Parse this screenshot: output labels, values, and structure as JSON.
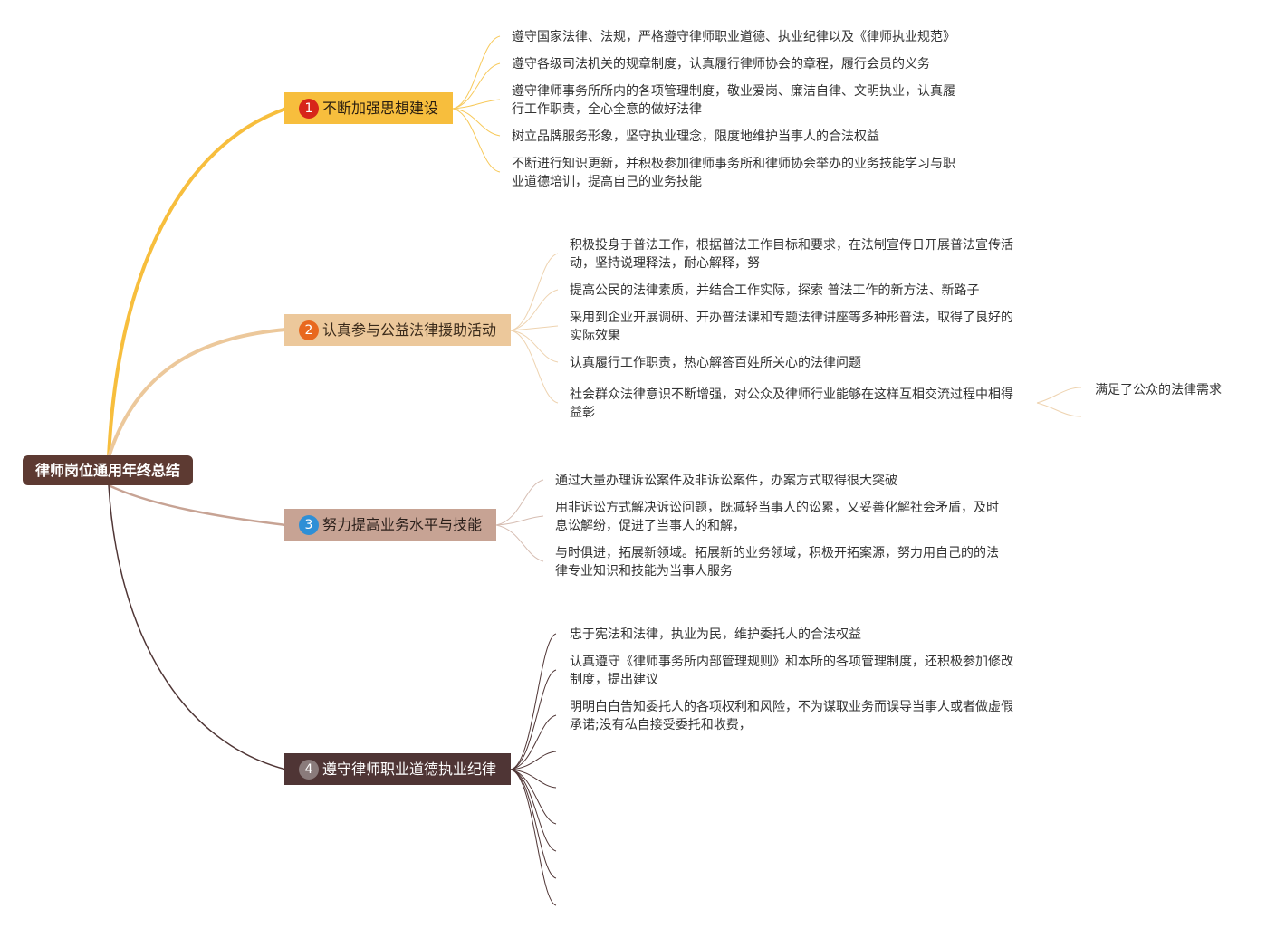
{
  "root": {
    "label": "律师岗位通用年终总结"
  },
  "branches": [
    {
      "number": "1",
      "label": "不断加强思想建设",
      "items": [
        "遵守国家法律、法规，严格遵守律师职业道德、执业纪律以及《律师执业规范》",
        "遵守各级司法机关的规章制度，认真履行律师协会的章程，履行会员的义务",
        "遵守律师事务所所内的各项管理制度，敬业爱岗、廉洁自律、文明执业，认真履行工作职责，全心全意的做好法律",
        "树立品牌服务形象，坚守执业理念，限度地维护当事人的合法权益",
        "不断进行知识更新，并积极参加律师事务所和律师协会举办的业务技能学习与职业道德培训，提高自己的业务技能"
      ]
    },
    {
      "number": "2",
      "label": "认真参与公益法律援助活动",
      "items": [
        "积极投身于普法工作，根据普法工作目标和要求，在法制宣传日开展普法宣传活动，坚持说理释法，耐心解释，努",
        "提高公民的法律素质，并结合工作实际，探索 普法工作的新方法、新路子",
        "采用到企业开展调研、开办普法课和专题法律讲座等多种形普法，取得了良好的实际效果",
        "认真履行工作职责，热心解答百姓所关心的法律问题",
        "社会群众法律意识不断增强，对公众及律师行业能够在这样互相交流过程中相得益彰"
      ],
      "sub_item": "满足了公众的法律需求"
    },
    {
      "number": "3",
      "label": "努力提高业务水平与技能",
      "items": [
        "通过大量办理诉讼案件及非诉讼案件，办案方式取得很大突破",
        "用非诉讼方式解决诉讼问题，既减轻当事人的讼累，又妥善化解社会矛盾，及时息讼解纷，促进了当事人的和解，",
        "与时俱进，拓展新领域。拓展新的业务领域，积极开拓案源，努力用自己的的法律专业知识和技能为当事人服务"
      ]
    },
    {
      "number": "4",
      "label": "遵守律师职业道德执业纪律",
      "items": [
        "忠于宪法和法律，执业为民，维护委托人的合法权益",
        "认真遵守《律师事务所内部管理规则》和本所的各项管理制度，还积极参加修改制度，提出建议",
        "明明白白告知委托人的各项权利和风险，不为谋取业务而误导当事人或者做虚假承诺;没有私自接受委托和收费，"
      ]
    }
  ],
  "colors": {
    "root": "#5d3a32",
    "branch1": "#f7be3d",
    "branch2": "#ecc89b",
    "branch3": "#c7a394",
    "branch4": "#4f3535"
  }
}
